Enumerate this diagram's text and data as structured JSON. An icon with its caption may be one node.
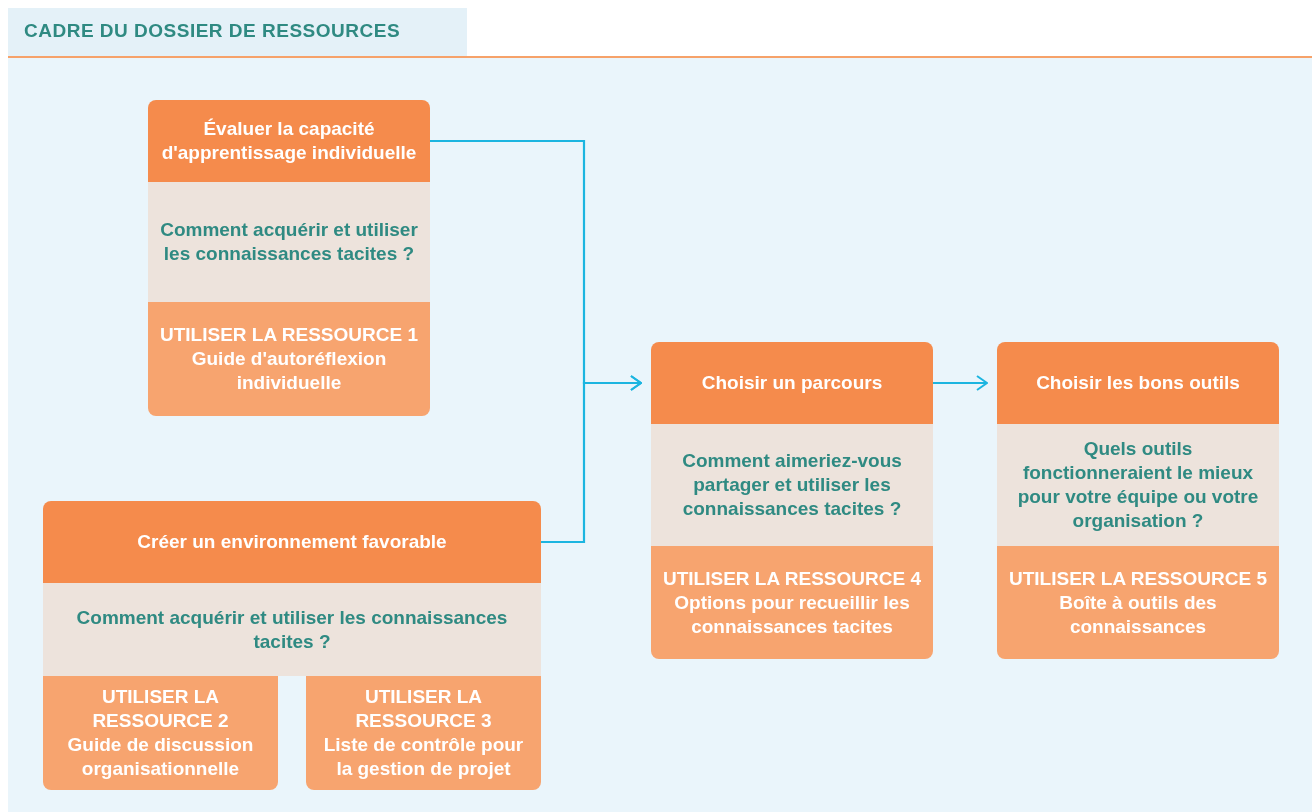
{
  "diagram": {
    "title": "CADRE DU DOSSIER DE RESSOURCES",
    "nodes": [
      {
        "text": [
          "Évaluer la capacité d'apprentissage individuelle"
        ]
      },
      {
        "text": [
          "Comment acquérir et utiliser les connaissances tacites ?"
        ]
      },
      {
        "text": [
          "UTILISER LA RESSOURCE 1",
          "Guide d'autoréflexion individuelle"
        ]
      },
      {
        "text": [
          "Créer un environnement favorable"
        ]
      },
      {
        "text": [
          "Comment acquérir et utiliser les connaissances tacites ?"
        ]
      },
      {
        "text": [
          "UTILISER LA RESSOURCE 2",
          "Guide de discussion organisationnelle"
        ]
      },
      {
        "text": [
          "UTILISER LA RESSOURCE 3",
          "Liste de contrôle pour la gestion de projet"
        ]
      },
      {
        "text": [
          "Choisir un parcours"
        ]
      },
      {
        "text": [
          "Comment aimeriez-vous partager et utiliser les connaissances tacites ?"
        ]
      },
      {
        "text": [
          "UTILISER LA RESSOURCE 4",
          "Options pour recueillir les connaissances tacites"
        ]
      },
      {
        "text": [
          "Choisir les bons outils"
        ]
      },
      {
        "text": [
          "Quels outils fonctionneraient le mieux pour votre équipe ou votre organisation ?"
        ]
      },
      {
        "text": [
          "UTILISER LA RESSOURCE 5",
          "Boîte à outils des connaissances"
        ]
      }
    ],
    "edges": [
      {
        "from": 0,
        "to": 7,
        "arrow": "to"
      },
      {
        "from": 3,
        "to": 7,
        "arrow": "to"
      },
      {
        "from": 7,
        "to": 10,
        "arrow": "to"
      }
    ]
  }
}
